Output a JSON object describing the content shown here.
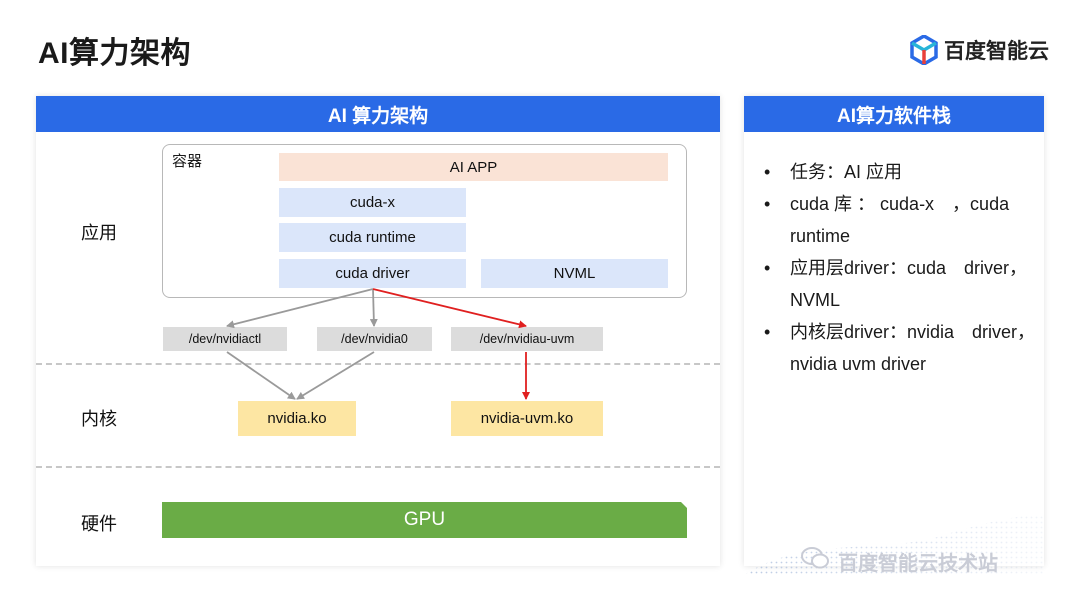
{
  "page_title": "AI算力架构",
  "brand": {
    "name": "百度智能云",
    "colors": [
      "#2a6ae6",
      "#28b4d8",
      "#e8403a"
    ]
  },
  "left_panel": {
    "header": "AI 算力架构",
    "layers": {
      "app": "应用",
      "kernel": "内核",
      "hardware": "硬件"
    },
    "container_label": "容器",
    "app_box": "AI APP",
    "libs": {
      "cuda_x": "cuda-x",
      "cuda_runtime": "cuda runtime",
      "cuda_driver": "cuda driver",
      "nvml": "NVML"
    },
    "devices": {
      "nvidiactl": "/dev/nvidiactl",
      "nvidia0": "/dev/nvidia0",
      "nvidia_uvm": "/dev/nvidiau-uvm"
    },
    "modules": {
      "nvidia_ko": "nvidia.ko",
      "nvidia_uvm_ko": "nvidia-uvm.ko"
    },
    "gpu": "GPU",
    "colors": {
      "arrow_gray": "#9a9a9a",
      "arrow_red": "#e02020",
      "gpu_green": "#6aac46"
    }
  },
  "right_panel": {
    "header": "AI算力软件栈",
    "items": [
      "任务：AI 应用",
      "cuda 库 ： cuda-x　，cuda runtime",
      "应用层driver：cuda　driver，NVML",
      "内核层driver：nvidia　driver，nvidia uvm driver"
    ]
  },
  "watermark": {
    "text": "百度智能云技术站",
    "icon": "wechat-icon"
  }
}
